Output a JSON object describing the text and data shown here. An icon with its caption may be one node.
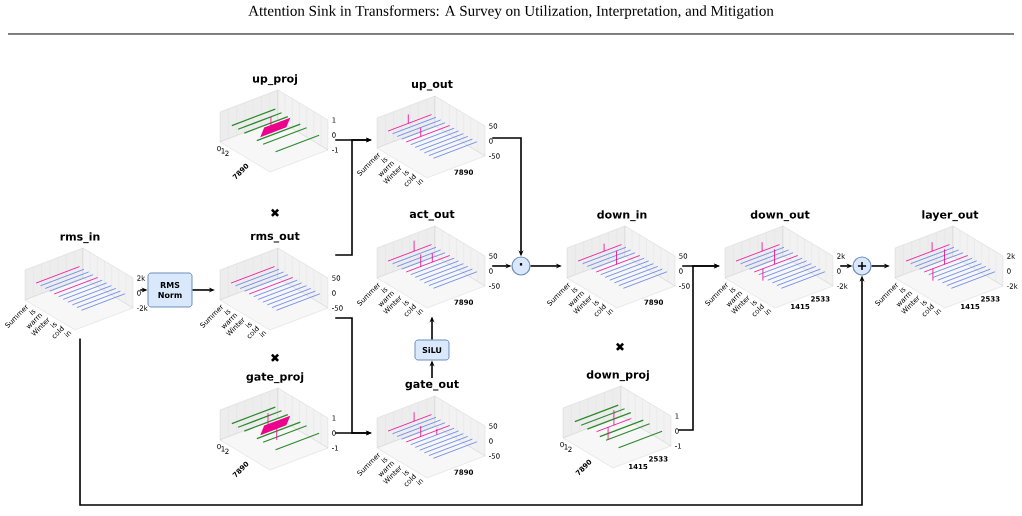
{
  "diagram": {
    "title": "Attention Sink in Transformers: A Survey on Utilization, Interpretation, and Mitigation",
    "nodes": [
      {
        "text": [
          "rms_in"
        ],
        "beside": [
          "2k",
          "0",
          "-2k",
          "Summer",
          "is",
          "warm",
          "Winter",
          "is",
          "cold",
          "in"
        ]
      },
      {
        "text": [
          "RMS Norm"
        ]
      },
      {
        "text": [
          "up_proj"
        ],
        "beside": [
          "1",
          "0",
          "-1",
          "0",
          "1",
          "2",
          "7890"
        ]
      },
      {
        "text": [
          "rms_out"
        ],
        "beside": [
          "50",
          "0",
          "-50",
          "Summer",
          "is",
          "warm",
          "Winter",
          "is",
          "cold",
          "in"
        ]
      },
      {
        "text": [
          "gate_proj"
        ],
        "beside": [
          "1",
          "0",
          "-1",
          "0",
          "1",
          "2",
          "7890"
        ]
      },
      {
        "text": [
          "up_out"
        ],
        "beside": [
          "50",
          "0",
          "-50",
          "Summer",
          "is",
          "warm",
          "Winter",
          "is",
          "cold",
          "in",
          "7890"
        ]
      },
      {
        "text": [
          "act_out"
        ],
        "beside": [
          "50",
          "0",
          "-50",
          "Summer",
          "is",
          "warm",
          "Winter",
          "is",
          "cold",
          "in",
          "7890"
        ]
      },
      {
        "text": [
          "SiLU"
        ]
      },
      {
        "text": [
          "gate_out"
        ],
        "beside": [
          "50",
          "0",
          "-50",
          "Summer",
          "is",
          "warm",
          "Winter",
          "is",
          "cold",
          "in",
          "7890"
        ]
      },
      {
        "text": [
          "·"
        ]
      },
      {
        "text": [
          "down_in"
        ],
        "beside": [
          "50",
          "0",
          "-50",
          "Summer",
          "is",
          "warm",
          "Winter",
          "is",
          "cold",
          "in",
          "7890"
        ]
      },
      {
        "text": [
          "down_proj"
        ],
        "beside": [
          "1",
          "0",
          "-1",
          "0",
          "1",
          "2",
          "7890",
          "2533",
          "1415"
        ]
      },
      {
        "text": [
          "down_out"
        ],
        "beside": [
          "2k",
          "0",
          "-2k",
          "Summer",
          "is",
          "warm",
          "Winter",
          "is",
          "cold",
          "in",
          "2533",
          "1415"
        ]
      },
      {
        "text": [
          "+"
        ]
      },
      {
        "text": [
          "layer_out"
        ],
        "beside": [
          "2k",
          "0",
          "-2k",
          "Summer",
          "is",
          "warm",
          "Winter",
          "is",
          "cold",
          "in",
          "2533",
          "1415"
        ]
      }
    ],
    "edges": [
      {
        "from": 0,
        "to": 1,
        "arrow": "to"
      },
      {
        "from": 1,
        "to": 3,
        "arrow": "to"
      },
      {
        "from": 2,
        "to": 5,
        "arrow": "to"
      },
      {
        "from": 3,
        "to": 5,
        "arrow": "to"
      },
      {
        "from": 4,
        "to": 8,
        "arrow": "to"
      },
      {
        "from": 3,
        "to": 8,
        "arrow": "to"
      },
      {
        "from": 8,
        "to": 7,
        "arrow": "to"
      },
      {
        "from": 7,
        "to": 6,
        "arrow": "to"
      },
      {
        "from": 5,
        "to": 9,
        "arrow": "to"
      },
      {
        "from": 6,
        "to": 9,
        "arrow": "to"
      },
      {
        "from": 9,
        "to": 10,
        "arrow": "to"
      },
      {
        "from": 10,
        "to": 12,
        "arrow": "to"
      },
      {
        "from": 11,
        "to": 12,
        "arrow": "to"
      },
      {
        "from": 12,
        "to": 13,
        "arrow": "to"
      },
      {
        "from": 13,
        "to": 14,
        "arrow": "to"
      },
      {
        "from": 0,
        "to": 13,
        "arrow": "to"
      }
    ],
    "labels": [
      "✖",
      "✖",
      "✖"
    ]
  }
}
